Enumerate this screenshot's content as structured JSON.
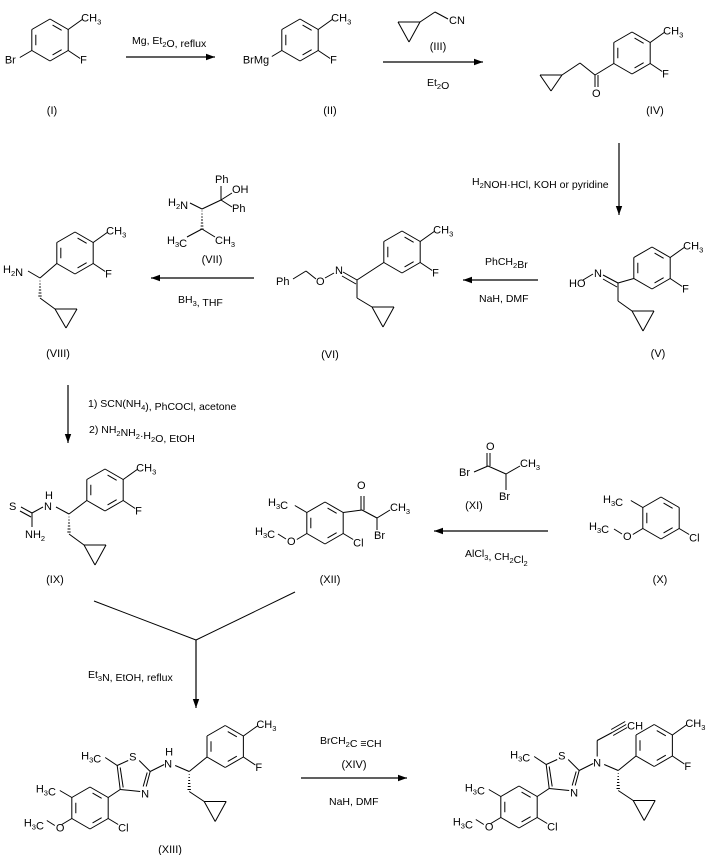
{
  "title": "Synthesis scheme of N-propargyl aminothiazole derivative",
  "compounds": [
    {
      "id": "I",
      "label": "(I)",
      "atoms": [
        "Br",
        "F",
        "CH3"
      ]
    },
    {
      "id": "II",
      "label": "(II)",
      "atoms": [
        "BrMg",
        "F",
        "CH3"
      ]
    },
    {
      "id": "III",
      "label": "(III)",
      "atoms": [
        "CN"
      ]
    },
    {
      "id": "IV",
      "label": "(IV)",
      "atoms": [
        "O",
        "F",
        "CH3"
      ]
    },
    {
      "id": "V",
      "label": "(V)",
      "atoms": [
        "HO",
        "N",
        "F",
        "CH3"
      ]
    },
    {
      "id": "VI",
      "label": "(VI)",
      "atoms": [
        "Ph",
        "O",
        "N",
        "F",
        "CH3"
      ]
    },
    {
      "id": "VII",
      "label": "(VII)",
      "atoms": [
        "Ph",
        "OH",
        "Ph",
        "H2N",
        "H3C",
        "CH3"
      ]
    },
    {
      "id": "VIII",
      "label": "(VIII)",
      "atoms": [
        "H2N",
        "F",
        "CH3"
      ]
    },
    {
      "id": "IX",
      "label": "(IX)",
      "atoms": [
        "S",
        "H",
        "N",
        "NH2",
        "F",
        "CH3"
      ]
    },
    {
      "id": "X",
      "label": "(X)",
      "atoms": [
        "H3C",
        "H3C",
        "O",
        "Cl"
      ]
    },
    {
      "id": "XI",
      "label": "(XI)",
      "atoms": [
        "O",
        "Br",
        "CH3",
        "Br"
      ]
    },
    {
      "id": "XII",
      "label": "(XII)",
      "atoms": [
        "O",
        "H3C",
        "H3C",
        "O",
        "CH3",
        "Br",
        "Cl"
      ]
    },
    {
      "id": "XIII",
      "label": "(XIII)",
      "atoms": [
        "H3C",
        "S",
        "H",
        "N",
        "N",
        "H3C",
        "H3C",
        "O",
        "Cl",
        "F",
        "CH3"
      ]
    },
    {
      "id": "XIV",
      "label": "(XIV)",
      "atoms": [
        "BrCH2C ≡CH"
      ]
    },
    {
      "id": "final",
      "label": "",
      "atoms": [
        "CH",
        "H3C",
        "S",
        "N",
        "N",
        "H3C",
        "H3C",
        "O",
        "Cl",
        "F",
        "CH3"
      ]
    }
  ],
  "reactions": [
    {
      "from": "I",
      "to": "II",
      "reagents_above": "Mg, Et2O, reflux",
      "reagents_below": ""
    },
    {
      "from": "II",
      "to": "IV",
      "reagents_above": "(III)",
      "reagents_below": "Et2O"
    },
    {
      "from": "IV",
      "to": "V",
      "reagents_side": "H2NOH·HCl, KOH or pyridine"
    },
    {
      "from": "V",
      "to": "VI",
      "reagents_above": "PhCH2Br",
      "reagents_below": "NaH, DMF"
    },
    {
      "from": "VI",
      "to": "VIII",
      "reagents_above": "(VII)",
      "reagents_below": "BH3, THF"
    },
    {
      "from": "VIII",
      "to": "IX",
      "reagents_side": [
        "1) SCN(NH4), PhCOCl, acetone",
        "2) NH2NH2·H2O, EtOH"
      ]
    },
    {
      "from": "X",
      "to": "XII",
      "reagents_above": "(XI)",
      "reagents_below": "AlCl3, CH2Cl2"
    },
    {
      "from": "IX+XII",
      "to": "XIII",
      "reagents_side": "Et3N, EtOH, reflux"
    },
    {
      "from": "XIII",
      "to": "final",
      "reagents_above": "(XIV)",
      "reagents_below": "NaH, DMF"
    }
  ],
  "reagent_text": {
    "r1": {
      "a": "Mg, Et",
      "b": "2",
      "c": "O, reflux"
    },
    "r2": {
      "a": "Et",
      "b": "2",
      "c": "O"
    },
    "r3": {
      "a": "H",
      "b": "2",
      "c": "NOH·HCl, KOH or pyridine"
    },
    "r4a": {
      "a": "PhCH",
      "b": "2",
      "c": "Br"
    },
    "r4b": "NaH, DMF",
    "r5": {
      "a": "BH",
      "b": "3",
      "c": ", THF"
    },
    "r6a": {
      "a": "1) SCN(NH",
      "b": "4",
      "c": "), PhCOCl, acetone"
    },
    "r6b": {
      "a": "2) NH",
      "b": "2",
      "c": "NH",
      "d": "2",
      "e": "·H",
      "f": "2",
      "g": "O, EtOH"
    },
    "r7": {
      "a": "AlCl",
      "b": "3",
      "c": ", CH",
      "d": "2",
      "e": "Cl",
      "f": "2"
    },
    "r8": {
      "a": "Et",
      "b": "3",
      "c": "N, EtOH, reflux"
    },
    "r9a": {
      "a": "BrCH",
      "b": "2",
      "c": "C ≡CH"
    },
    "r9b": "NaH, DMF"
  },
  "atoms": {
    "Br": "Br",
    "F": "F",
    "CH": "CH",
    "C": "C",
    "H": "H",
    "N": "N",
    "O": "O",
    "S": "S",
    "Cl": "Cl",
    "HO": "HO",
    "Ph": "Ph",
    "OH": "OH",
    "BrMg": "BrMg",
    "CN": "CN",
    "NH": "NH",
    "sub2": "2",
    "sub3": "3"
  }
}
